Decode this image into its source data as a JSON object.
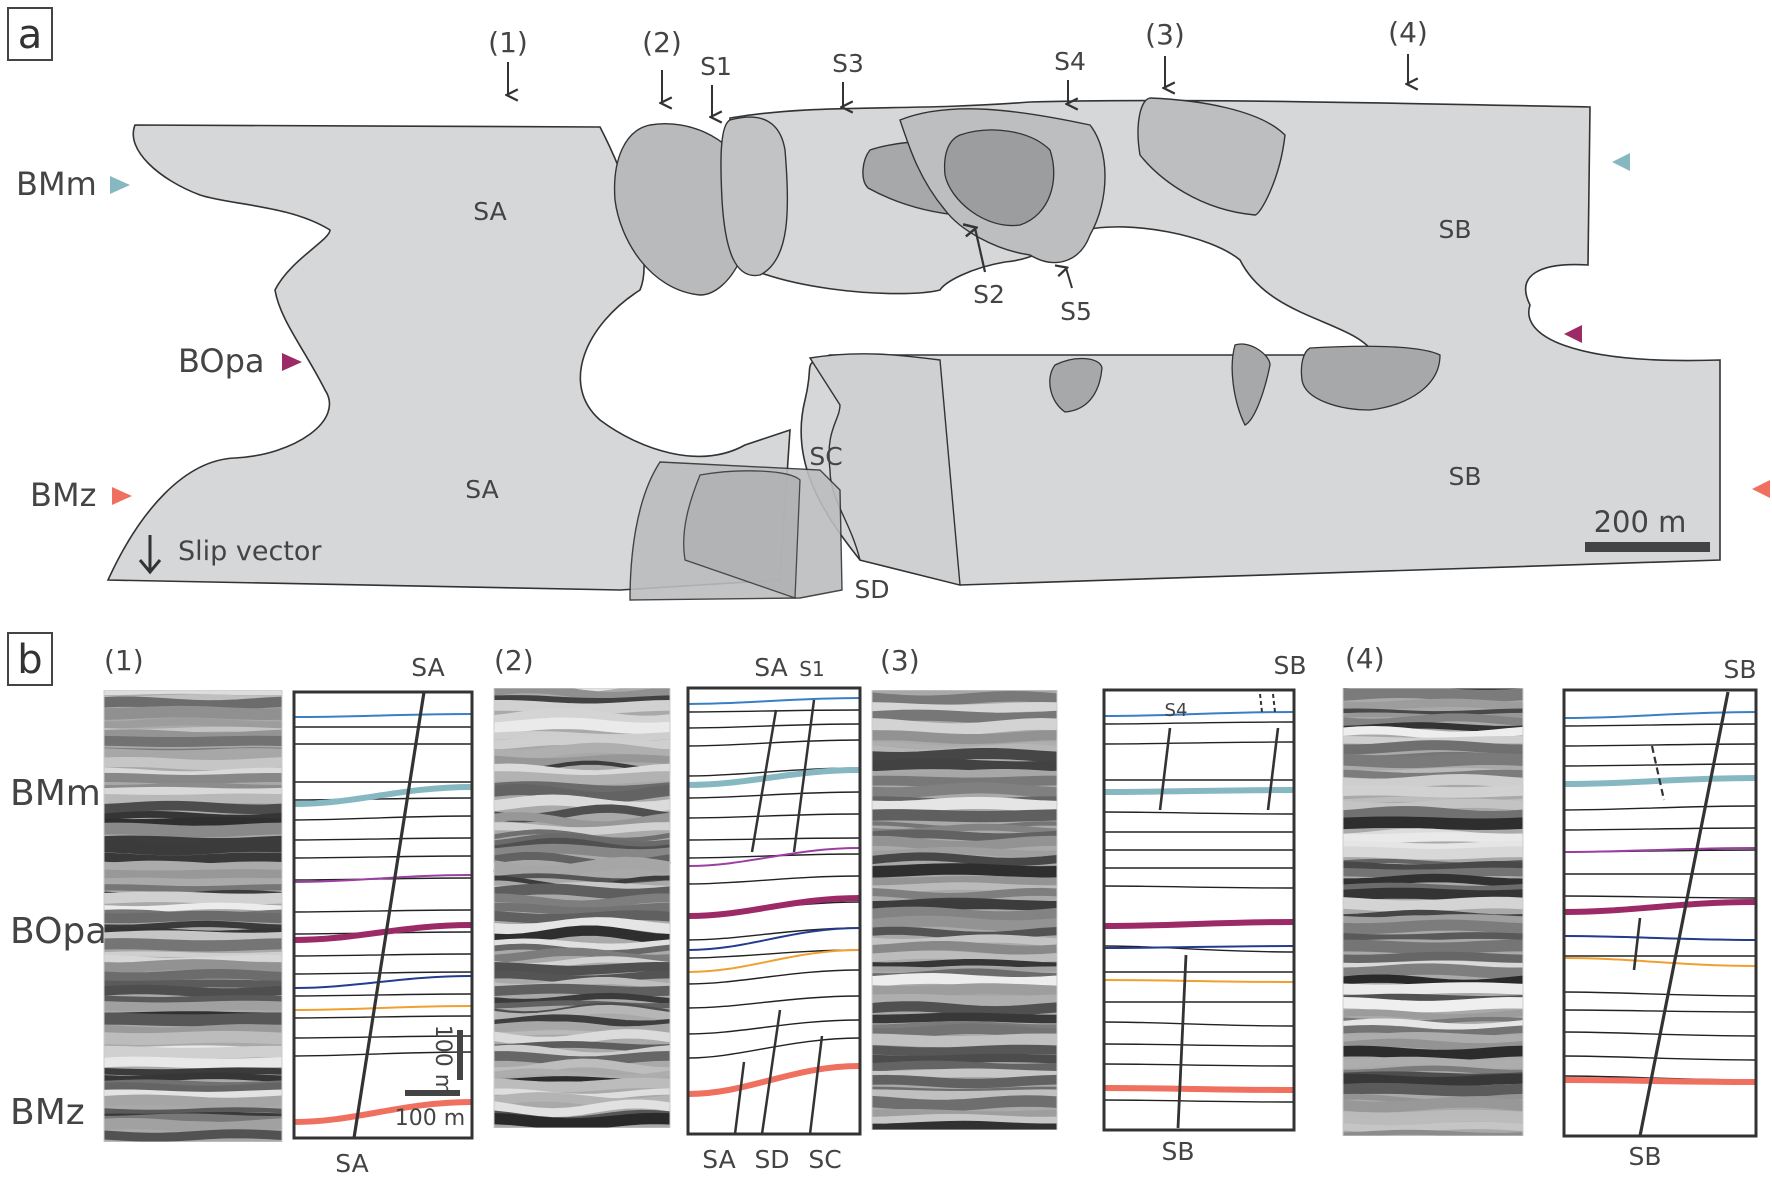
{
  "panel_a": {
    "letter": "a",
    "locations": [
      "(1)",
      "(2)",
      "(3)",
      "(4)"
    ],
    "fault_labels": {
      "s1": "S1",
      "s2": "S2",
      "s3": "S3",
      "s4": "S4",
      "s5": "S5"
    },
    "segment_labels": {
      "sa_upper": "SA",
      "sa_lower": "SA",
      "sb_upper": "SB",
      "sb_lower": "SB",
      "sc": "SC",
      "sd": "SD"
    },
    "horizons": {
      "bmm": "BMm",
      "bopa": "BOpa",
      "bmz": "BMz"
    },
    "legend": "Slip vector",
    "scale_bar": "200 m"
  },
  "panel_b": {
    "letter": "b",
    "sections": [
      {
        "num": "(1)",
        "top": "SA",
        "top2": "",
        "bottom": [
          "SA"
        ],
        "inner": ""
      },
      {
        "num": "(2)",
        "top": "SA",
        "top2": "S1",
        "bottom": [
          "SA",
          "SD",
          "SC"
        ],
        "inner": ""
      },
      {
        "num": "(3)",
        "top": "SB",
        "top2": "",
        "bottom": [
          "SB"
        ],
        "inner": "S4"
      },
      {
        "num": "(4)",
        "top": "SB",
        "top2": "",
        "bottom": [
          "SB"
        ],
        "inner": ""
      }
    ],
    "horizons": {
      "bmm": "BMm",
      "bopa": "BOpa",
      "bmz": "BMz"
    },
    "scale_vertical": "100 m",
    "scale_horizontal": "100 m"
  },
  "colors": {
    "bmm": "#86b8c2",
    "bopa": "#9c2a66",
    "bmz": "#f07060",
    "fault_plane": "#d6d7d9",
    "fault_outline": "#333333"
  }
}
